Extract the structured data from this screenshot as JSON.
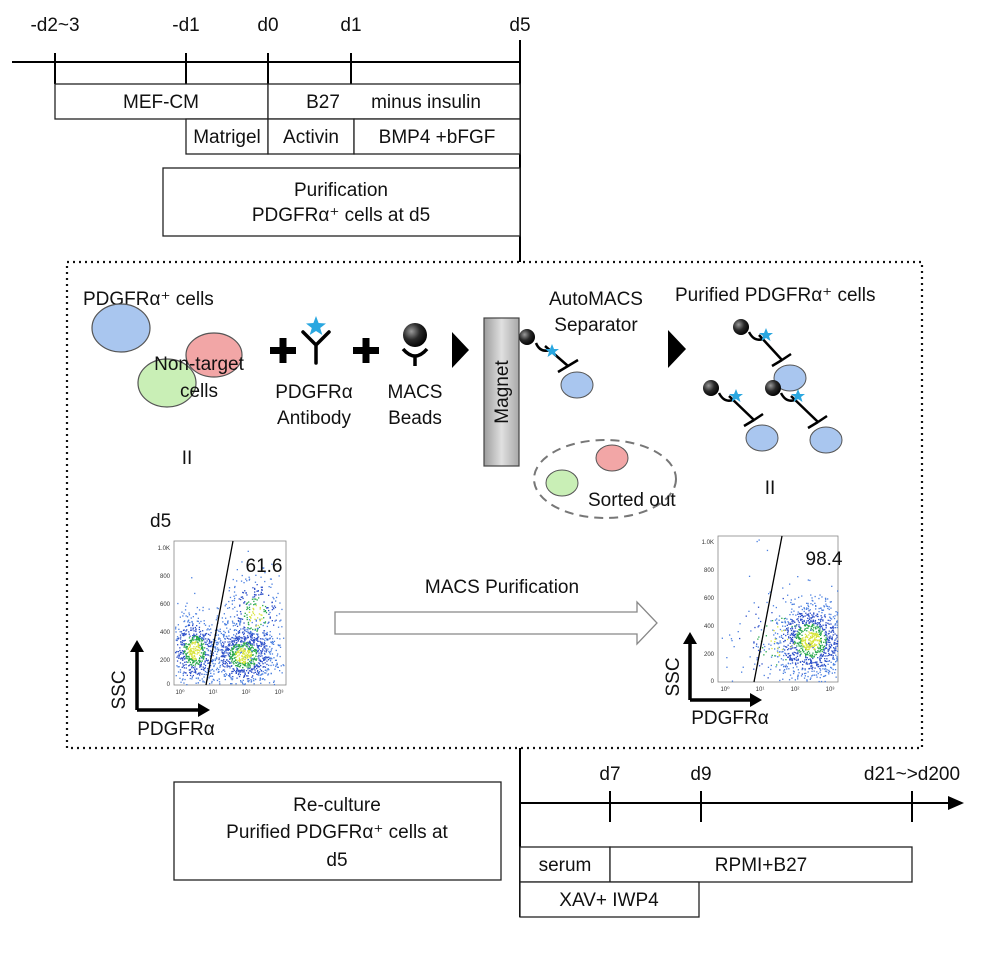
{
  "top_timeline": {
    "days": [
      "-d2~3",
      "-d1",
      "d0",
      "d1",
      "d5"
    ],
    "mef_cm": "MEF-CM",
    "b27": "B27",
    "minus_insulin": "minus insulin",
    "matrigel": "Matrigel",
    "activin": "Activin",
    "bmp4": "BMP4 +bFGF",
    "purification_line1": "Purification",
    "purification_line2": "PDGFRα⁺ cells at d5"
  },
  "sorting": {
    "pdgfra_cells": "PDGFRα⁺ cells",
    "non_target_line1": "Non-target",
    "non_target_line2": "cells",
    "antibody_line1": "PDGFRα",
    "antibody_line2": "Antibody",
    "beads_line1": "MACS",
    "beads_line2": "Beads",
    "magnet": "Magnet",
    "automacs_line1": "AutoMACS",
    "automacs_line2": "Separator",
    "purified_cells": "Purified PDGFRα⁺ cells",
    "sorted_out": "Sorted out",
    "equals_left": "II",
    "equals_right": "II",
    "colors": {
      "blue_cell": "#a9c6ef",
      "red_cell": "#f2a6a6",
      "green_cell": "#c9efb6",
      "star": "#2aa7e0"
    }
  },
  "flow": {
    "left_title": "d5",
    "left_value": "61.6",
    "right_value": "98.4",
    "arrow_label": "MACS Purification",
    "y_axis": "SSC",
    "x_axis": "PDGFRα",
    "y_ticks": [
      "1.0K",
      "800",
      "600",
      "400",
      "200",
      "0"
    ],
    "x_ticks": [
      "10⁰",
      "10¹",
      "10²",
      "10³"
    ]
  },
  "bottom_timeline": {
    "days": [
      "d7",
      "d9",
      "d21~>d200"
    ],
    "serum": "serum",
    "rpmi": "RPMI+B27",
    "xav": "XAV+ IWP4",
    "reculture_line1": "Re-culture",
    "reculture_line2": "Purified PDGFRα⁺ cells at",
    "reculture_line3": "d5"
  }
}
